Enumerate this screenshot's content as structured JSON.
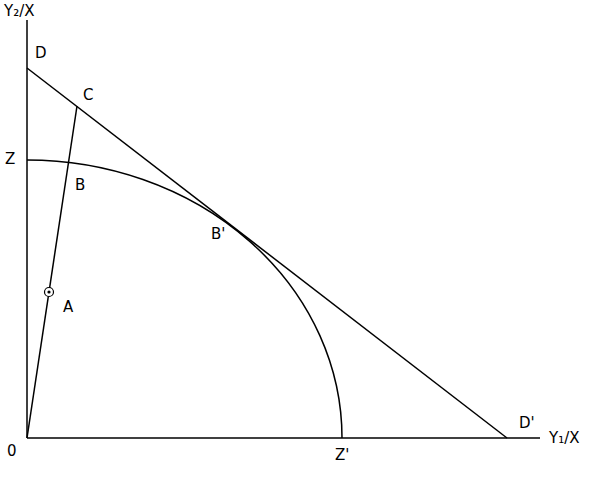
{
  "diagram": {
    "labels": [
      "Y₂/X",
      "D",
      "C",
      "Z",
      "B",
      "B'",
      "A",
      "0",
      "Z'",
      "D'",
      "Y₁/X"
    ]
  }
}
